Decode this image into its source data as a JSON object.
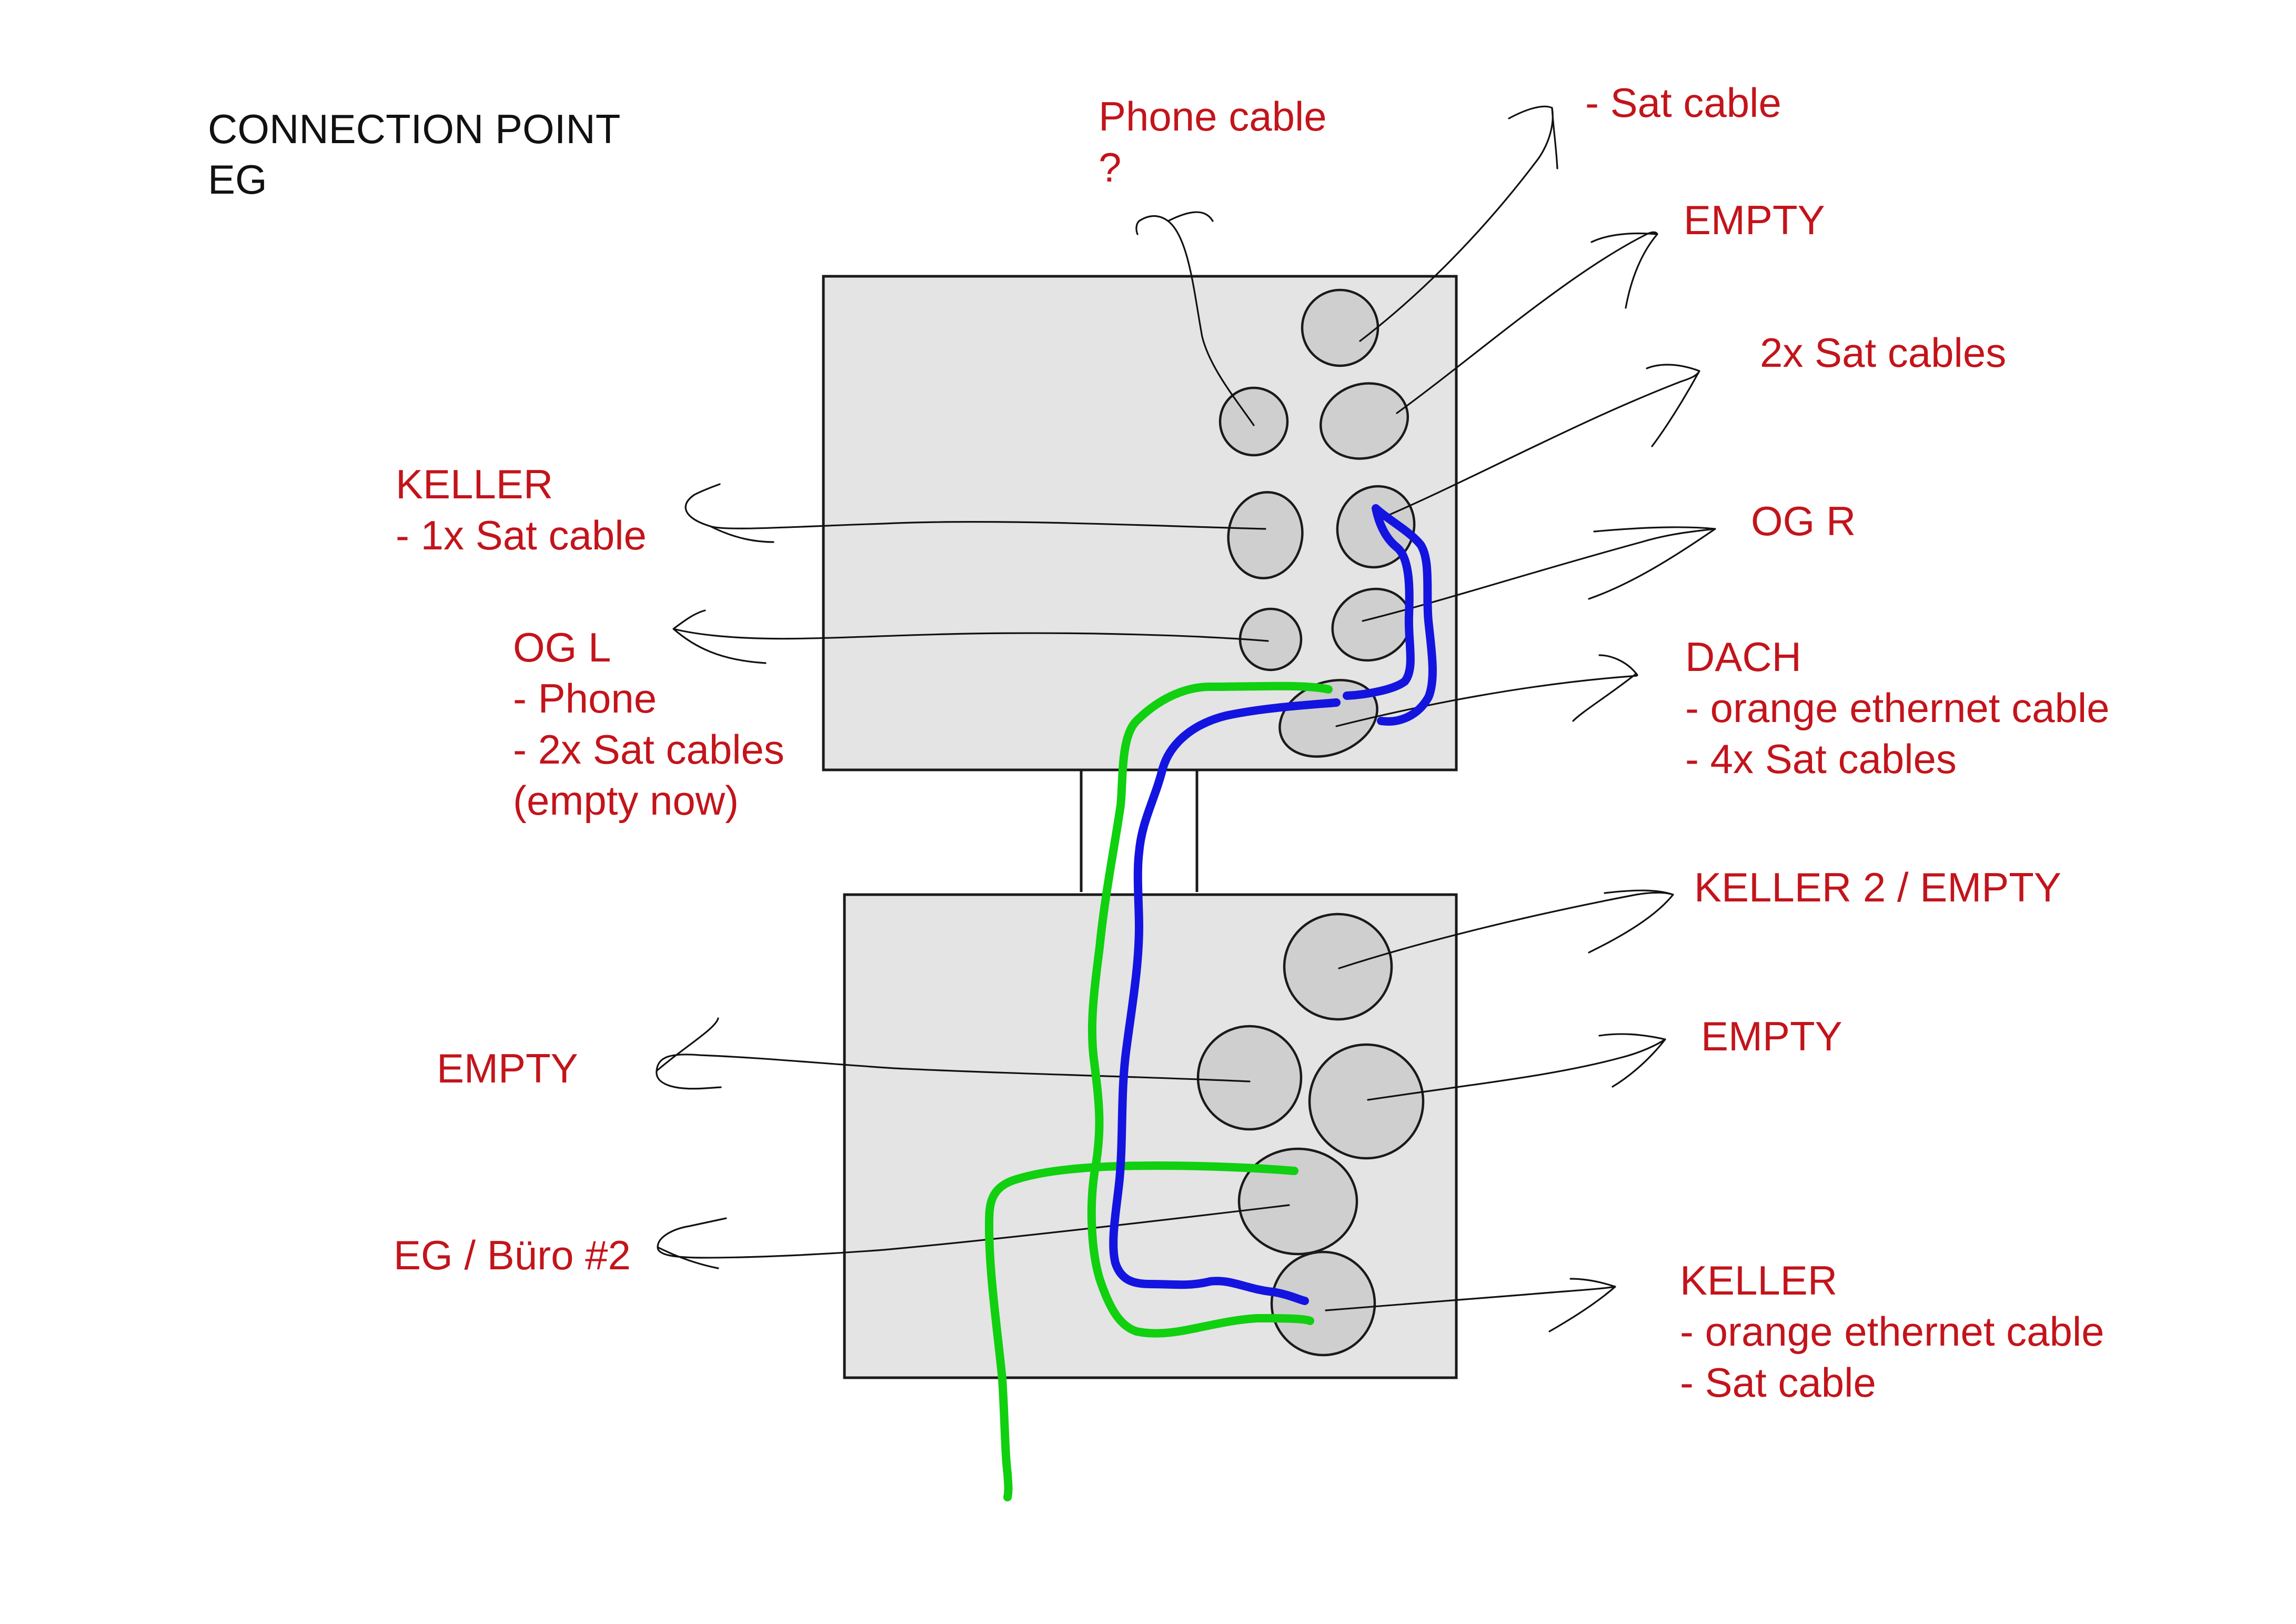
{
  "title": {
    "line1": "CONNECTION POINT",
    "line2": "EG"
  },
  "colors": {
    "label_text": "#c3141b",
    "title_text": "#111111",
    "box_fill": "#e4e4e4",
    "port_fill": "#cfcfcf",
    "green_cable": "#10d010",
    "blue_cable": "#1414e0"
  },
  "upper_box": {
    "labels": {
      "phone_cable": [
        "Phone cable",
        "?"
      ],
      "sat_cable": [
        "- Sat cable"
      ],
      "empty": [
        "EMPTY"
      ],
      "two_sat_cables": [
        "2x Sat cables"
      ],
      "og_r": [
        "OG R"
      ],
      "dach": [
        "DACH",
        "- orange ethernet cable",
        "- 4x Sat cables"
      ],
      "keller": [
        "KELLER",
        "- 1x Sat cable"
      ],
      "og_l": [
        "OG L",
        "- Phone",
        "- 2x Sat cables",
        "(empty now)"
      ]
    }
  },
  "lower_box": {
    "labels": {
      "keller2": [
        "KELLER 2 / EMPTY"
      ],
      "empty_right": [
        "EMPTY"
      ],
      "empty_left": [
        "EMPTY"
      ],
      "eg_buero": [
        "EG / Büro #2"
      ],
      "keller": [
        "KELLER",
        "- orange ethernet cable",
        "- Sat cable"
      ]
    }
  }
}
